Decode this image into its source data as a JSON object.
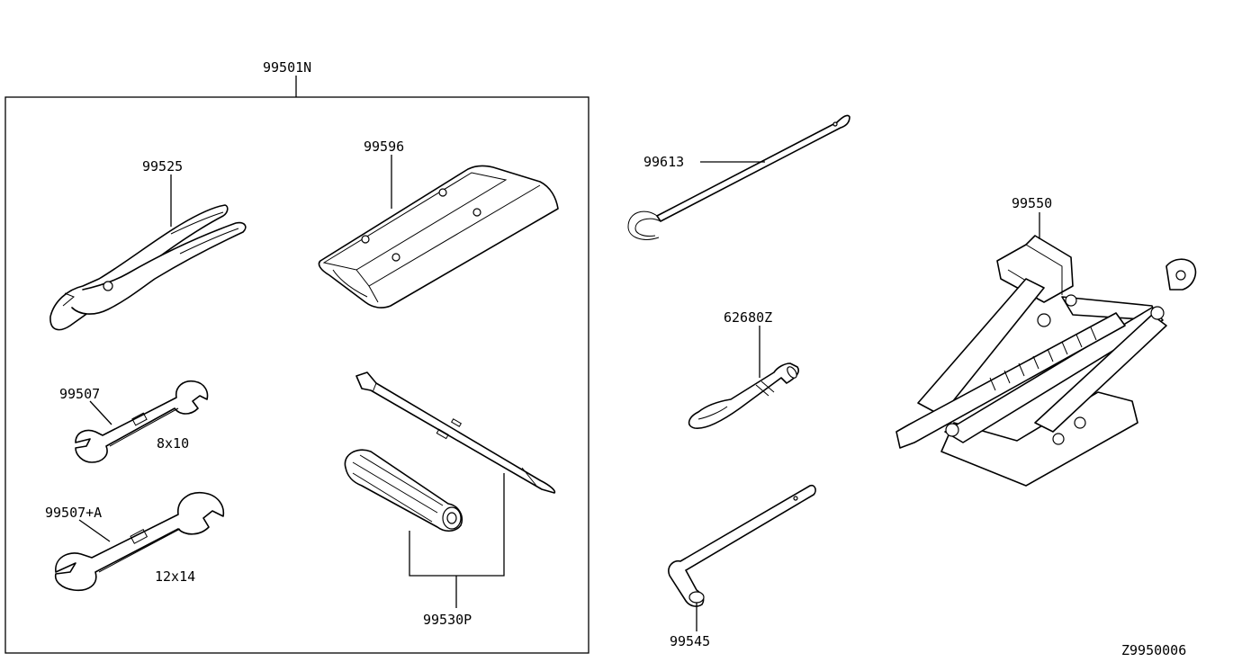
{
  "diagram": {
    "kit_label": "99501N",
    "parts": {
      "pliers": "99525",
      "bag": "99596",
      "wrench_small": "99507",
      "wrench_small_size": "8x10",
      "wrench_large": "99507+A",
      "wrench_large_size": "12x14",
      "screwdriver_set": "99530P",
      "hook_rod": "99613",
      "tow_hook": "62680Z",
      "lug_wrench": "99545",
      "jack": "99550"
    },
    "drawing_code": "Z9950006"
  }
}
